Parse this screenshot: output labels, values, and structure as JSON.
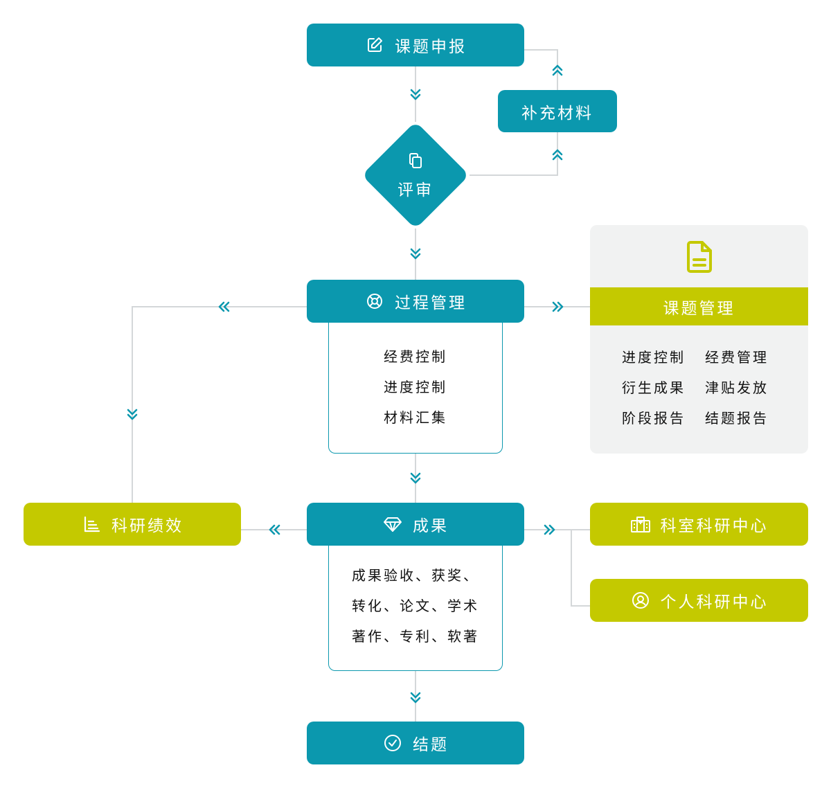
{
  "colors": {
    "teal": "#0b98ae",
    "lime": "#c4c900",
    "line": "#d4d7d9",
    "panel": "#f1f2f2"
  },
  "nodes": {
    "apply": {
      "label": "课题申报",
      "icon": "edit-icon"
    },
    "supplement": {
      "label": "补充材料"
    },
    "review": {
      "label": "评审",
      "icon": "clipboard-copy-icon"
    },
    "process": {
      "label": "过程管理",
      "icon": "lifebuoy-icon",
      "details": [
        "经费控制",
        "进度控制",
        "材料汇集"
      ]
    },
    "results": {
      "label": "成果",
      "icon": "diamond-gem-icon",
      "details": [
        "成果验收、获奖、",
        "转化、论文、学术",
        "著作、专利、软著"
      ]
    },
    "finish": {
      "label": "结题",
      "icon": "check-circle-icon"
    },
    "performance": {
      "label": "科研绩效",
      "icon": "bar-chart-icon"
    },
    "dept_center": {
      "label": "科室科研中心",
      "icon": "hospital-building-icon"
    },
    "personal_center": {
      "label": "个人科研中心",
      "icon": "user-circle-icon"
    }
  },
  "project_panel": {
    "title": "课题管理",
    "icon": "document-icon",
    "items": [
      "进度控制",
      "经费管理",
      "衍生成果",
      "津贴发放",
      "阶段报告",
      "结题报告"
    ]
  }
}
